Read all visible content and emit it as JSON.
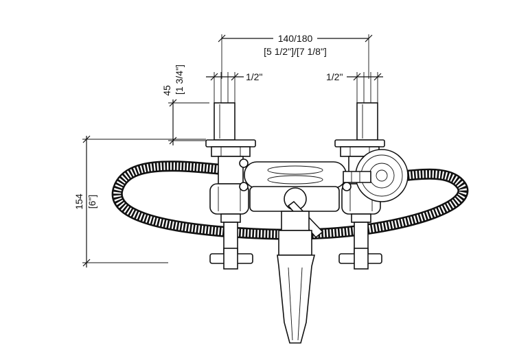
{
  "dimensions": {
    "top_width": "140/180",
    "top_width_imperial": "[5 1/2\"]/[7 1/8\"]",
    "left_pipe": "1/2\"",
    "right_pipe": "1/2\"",
    "riser_height": "45",
    "riser_height_imperial": "[1 3/4\"]",
    "overall_height": "154",
    "overall_height_imperial": "[6\"]"
  },
  "colors": {
    "line": "#111111",
    "fill": "#ffffff"
  }
}
